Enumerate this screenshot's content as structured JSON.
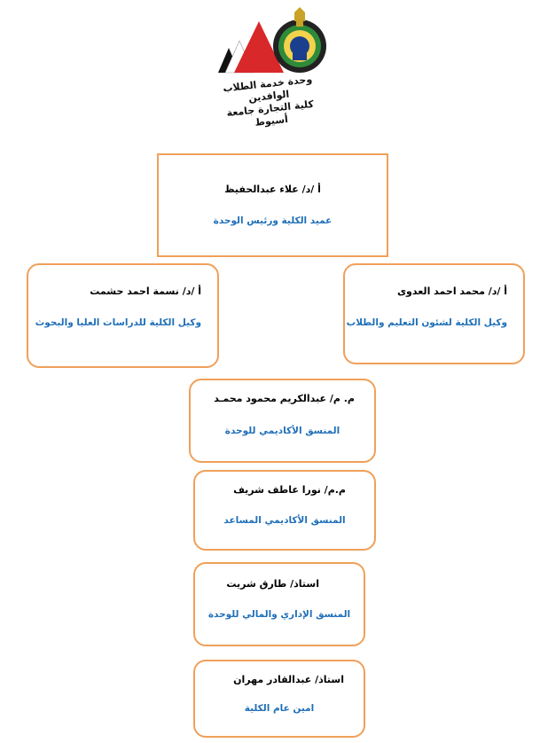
{
  "logo": {
    "caption_line1": "وحدة خدمة الطلاب الوافدين",
    "caption_line2": "كلية التجارة جامعة أسيوط"
  },
  "chart": {
    "nodes": [
      {
        "id": "dean",
        "name": "أ /د/ علاء عبدالحفيظ",
        "role": "عميد الكلية ورئيس الوحدة"
      },
      {
        "id": "vice-students",
        "name": "أ /د/ محمد احمد العدوى",
        "role": "وكيل الكلية لشئون التعليم والطلاب"
      },
      {
        "id": "vice-postgrad",
        "name": "أ /د/ نسمة احمد حشمت",
        "role": "وكيل الكلية للدراسات العليا والبحوث"
      },
      {
        "id": "academic-coordinator",
        "name": "م. م/ عبدالكريم محمود محمـد",
        "role": "المنسق الأكاديمي للوحدة"
      },
      {
        "id": "assistant-coordinator",
        "name": "م.م/ نورا عاطف شريف",
        "role": "المنسق الأكاديمي المساعد"
      },
      {
        "id": "admin-coordinator",
        "name": "استاذ/ طارق شريت",
        "role": "المنسق الإداري والمالي للوحدة"
      },
      {
        "id": "secretary-general",
        "name": "استاذ/ عبدالقادر مهران",
        "role": "امين عام الكلية"
      }
    ]
  }
}
